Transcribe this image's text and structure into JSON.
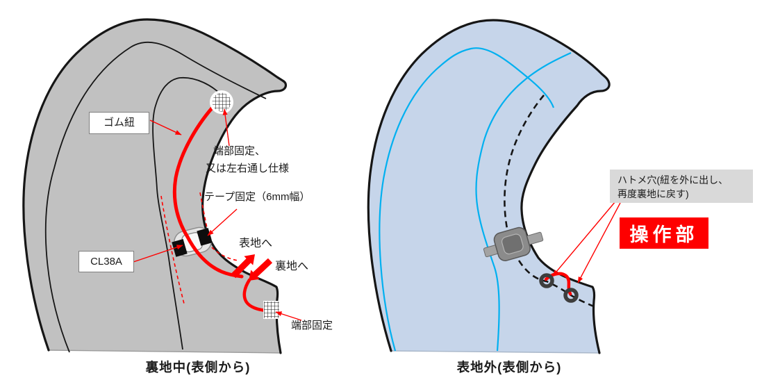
{
  "colors": {
    "lining_fill": "#c1c1c1",
    "outer_fill": "#c6d5ea",
    "seam_line": "#00b0f0",
    "cord_red": "#ff0000",
    "note_gray_bg": "#d9d9d9",
    "control_red_bg": "#fe0000",
    "control_text": "#ffffff"
  },
  "left_panel": {
    "caption": "裏地中(表側から)",
    "labels": {
      "elastic_cord": "ゴム紐",
      "end_fix_top_line1": "端部固定、",
      "end_fix_top_line2": "又は左右通し仕様",
      "tape_fix": "テープ固定（6mm幅）",
      "cord_lock_model": "CL38A",
      "to_outer_fabric": "表地へ",
      "to_lining": "裏地へ",
      "end_fix_bottom": "端部固定"
    }
  },
  "right_panel": {
    "caption": "表地外(表側から)",
    "labels": {
      "eyelet_note_line1": "ハトメ穴(紐を外に出し、",
      "eyelet_note_line2": "再度裏地に戻す)",
      "control_part": "操作部"
    }
  }
}
